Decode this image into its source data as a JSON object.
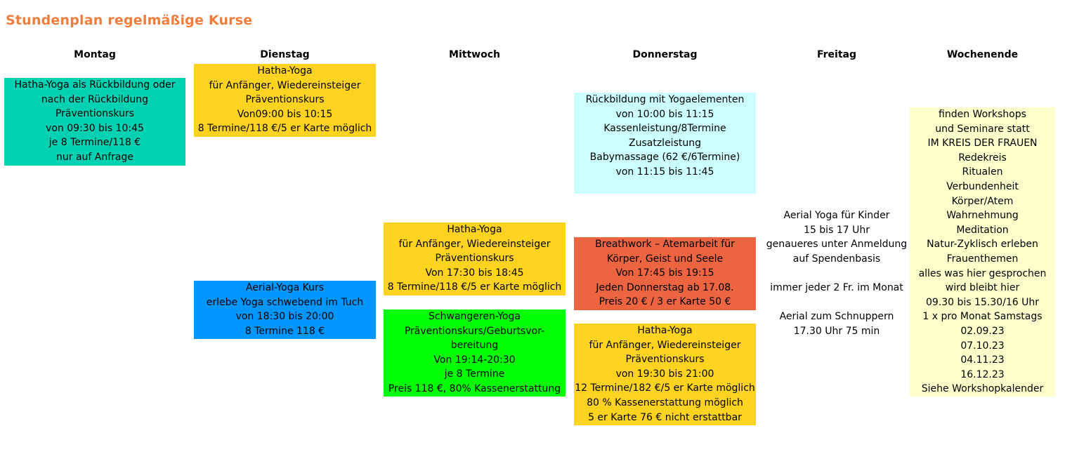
{
  "title": "Stundenplan regelmäßige Kurse",
  "days": [
    "Montag",
    "Dienstag",
    "Mittwoch",
    "Donnerstag",
    "Freitag",
    "Wochenende"
  ],
  "courses": {
    "montag_rueckbildung": {
      "color": "#00d1b2",
      "lines": [
        "Hatha-Yoga als Rückbildung oder",
        "nach der Rückbildung",
        "Präventionskurs",
        "von 09:30 bis 10:45",
        "je 8 Termine/118 €",
        "nur auf Anfrage"
      ]
    },
    "dienstag_hatha": {
      "color": "#ffd320",
      "lines": [
        "Hatha-Yoga",
        "für Anfänger, Wiedereinsteiger",
        "Präventionskurs",
        "Von09:00 bis 10:15",
        "8 Termine/118 €/5 er Karte möglich"
      ]
    },
    "dienstag_aerial": {
      "color": "#0096ff",
      "lines": [
        "Aerial-Yoga Kurs",
        "erlebe Yoga schwebend im Tuch",
        "von 18:30 bis 20:00",
        "8 Termine 118 €"
      ]
    },
    "mittwoch_hatha": {
      "color": "#ffd320",
      "lines": [
        "Hatha-Yoga",
        "für Anfänger, Wiedereinsteiger",
        "Präventionskurs",
        "Von 17:30 bis 18:45",
        "8 Termine/118 €/5 er Karte möglich"
      ]
    },
    "mittwoch_schwangeren": {
      "color": "#00ff00",
      "lines": [
        "Schwangeren-Yoga",
        "Präventionskurs/Geburtsvor-",
        "bereitung",
        "Von 19:14-20:30",
        "je 8 Termine",
        "Preis 118 €, 80% Kassenerstattung"
      ]
    },
    "donnerstag_rueckbildung": {
      "color": "#ccffff",
      "lines": [
        "Rückbildung mit Yogaelementen",
        "von 10:00 bis 11:15",
        "Kassenleistung/8Termine",
        "Zusatzleistung",
        "Babymassage (62 €/6Termine)",
        "von 11:15 bis 11:45"
      ]
    },
    "donnerstag_breathwork": {
      "color": "#ed6540",
      "lines": [
        "Breathwork – Atemarbeit für",
        "Körper, Geist und Seele",
        "Von 17:45 bis 19:15",
        "Jeden Donnerstag ab 17.08.",
        "Preis 20 € / 3 er Karte 50 €"
      ]
    },
    "donnerstag_hatha": {
      "color": "#ffd320",
      "lines": [
        "Hatha-Yoga",
        "für Anfänger, Wiedereinsteiger",
        "Präventionskurs",
        "von 19:30 bis 21:00",
        "12 Termine/182 €/5 er Karte möglich",
        "80 % Kassenerstattung möglich",
        "5 er Karte 76 € nicht erstattbar"
      ]
    },
    "freitag_aerial": {
      "lines": [
        "Aerial Yoga für Kinder",
        "15 bis 17 Uhr",
        "genaueres unter Anmeldung",
        "auf Spendenbasis",
        "",
        "immer jeder 2 Fr. im Monat",
        "",
        "Aerial zum Schnuppern",
        "17.30 Uhr 75 min"
      ]
    },
    "wochenende_workshops": {
      "color": "#ffffcc",
      "lines": [
        "finden Workshops",
        "und Seminare statt",
        "IM KREIS DER FRAUEN",
        "Redekreis",
        "Ritualen",
        "Verbundenheit",
        "Körper/Atem",
        "Wahrnehmung",
        "Meditation",
        "Natur-Zyklisch erleben",
        "Frauenthemen",
        "alles was hier gesprochen",
        "wird bleibt hier",
        "09.30 bis 15.30/16 Uhr",
        "1 x pro Monat Samstags",
        "02.09.23",
        "07.10.23",
        "04.11.23",
        "16.12.23",
        "Siehe Workshopkalender"
      ]
    }
  }
}
